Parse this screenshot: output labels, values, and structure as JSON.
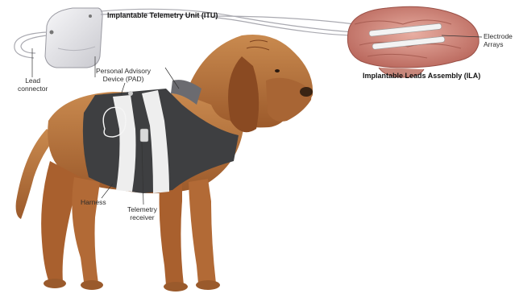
{
  "labels": {
    "itu": "Implantable Telemetry Unit (ITU)",
    "lead_connector": [
      "Lead",
      "connector"
    ],
    "pad": [
      "Personal Advisory",
      "Device (PAD)"
    ],
    "electrode_arrays": [
      "Electrode",
      "Arrays"
    ],
    "ila": "Implantable Leads Assembly (ILA)",
    "harness": "Harness",
    "telemetry_receiver": [
      "Telemetry",
      "receiver"
    ]
  },
  "colors": {
    "fur": "#b9703a",
    "fur_dark": "#8a4a22",
    "vest": "#3e3f41",
    "strap": "#eeeeee",
    "brain": "#d9968a",
    "device": "#e9e9ec"
  }
}
